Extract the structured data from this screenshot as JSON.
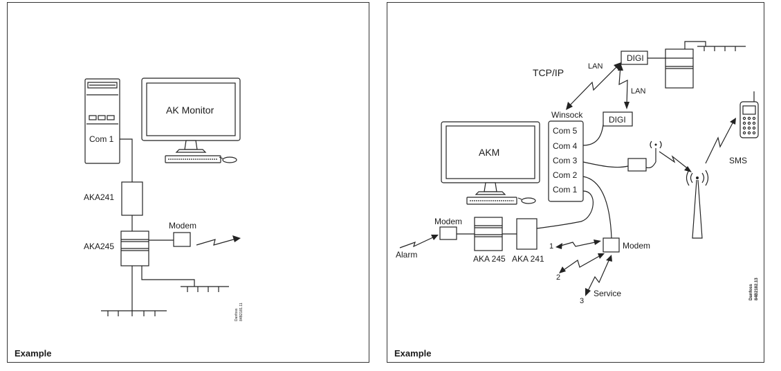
{
  "left": {
    "pc_port": "Com 1",
    "monitor_label": "AK Monitor",
    "aka241": "AKA241",
    "aka245": "AKA245",
    "modem": "Modem",
    "code_brand": "Danfoss",
    "code_number": "84B2181.11",
    "example": "Example"
  },
  "right": {
    "tcpip": "TCP/IP",
    "lan_1": "LAN",
    "lan_2": "LAN",
    "digi_1": "DIGI",
    "digi_2": "DIGI",
    "winsock": "Winsock",
    "ports": [
      "Com 5",
      "Com 4",
      "Com 3",
      "Com 2",
      "Com 1"
    ],
    "monitor_label": "AKM",
    "modem_left": "Modem",
    "alarm": "Alarm",
    "aka245": "AKA 245",
    "aka241": "AKA 241",
    "modem_right": "Modem",
    "sms": "SMS",
    "service": "Service",
    "num_1": "1",
    "num_2": "2",
    "num_3": "3",
    "code_brand": "Danfoss",
    "code_number": "84B2182.13",
    "example": "Example"
  }
}
